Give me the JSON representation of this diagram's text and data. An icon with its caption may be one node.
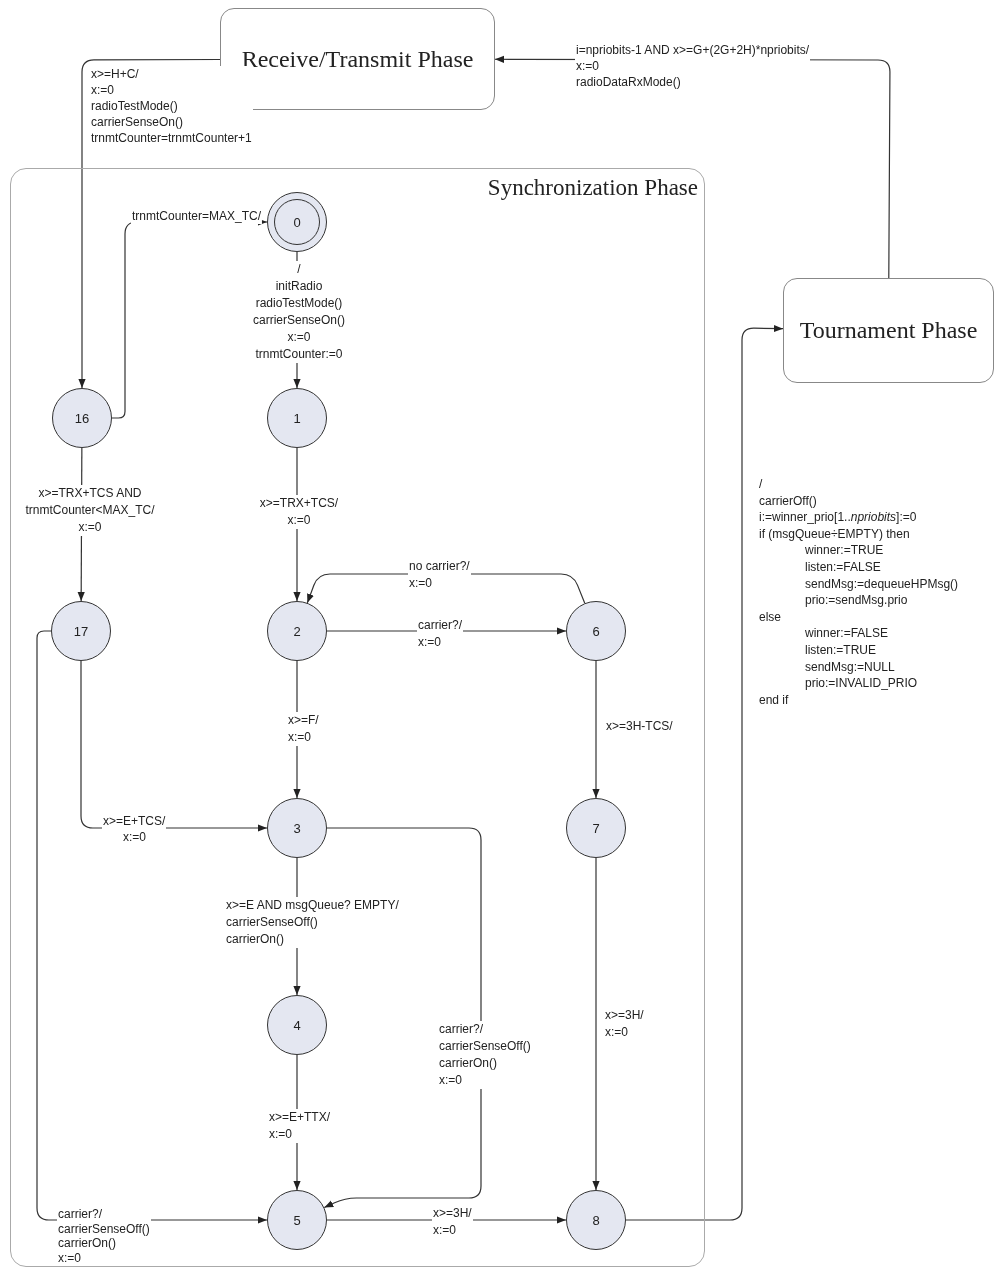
{
  "diagram": {
    "nodes": [
      {
        "text": [
          "Receive/Transmit Phase"
        ]
      },
      {
        "text": [
          "Synchronization Phase"
        ]
      },
      {
        "text": [
          "0"
        ],
        "in": 1
      },
      {
        "text": [
          "16"
        ],
        "in": 1
      },
      {
        "text": [
          "1"
        ],
        "in": 1
      },
      {
        "text": [
          "17"
        ],
        "in": 1
      },
      {
        "text": [
          "2"
        ],
        "in": 1
      },
      {
        "text": [
          "6"
        ],
        "in": 1
      },
      {
        "text": [
          "3"
        ],
        "in": 1
      },
      {
        "text": [
          "7"
        ],
        "in": 1
      },
      {
        "text": [
          "4"
        ],
        "in": 1
      },
      {
        "text": [
          "5"
        ],
        "in": 1
      },
      {
        "text": [
          "8"
        ],
        "in": 1
      },
      {
        "text": [
          "Tournament Phase"
        ]
      }
    ],
    "edges": [
      {
        "from": 13,
        "to": 0,
        "arrow": "to",
        "label": "i=npriobits-1 AND x>=G+(2G+2H)*npriobits/ x:=0 radioDataRxMode()"
      },
      {
        "from": 0,
        "to": 3,
        "arrow": "to",
        "label": "x>=H+C/ x:=0 radioTestMode() carrierSenseOn() trnmtCounter=trnmtCounter+1"
      },
      {
        "from": 3,
        "to": 2,
        "arrow": "to",
        "label": "trnmtCounter=MAX_TC/"
      },
      {
        "from": 2,
        "to": 4,
        "arrow": "to",
        "label": "/ initRadio radioTestMode() carrierSenseOn() x:=0 trnmtCounter:=0"
      },
      {
        "from": 3,
        "to": 5,
        "arrow": "to",
        "label": "x>=TRX+TCS AND trnmtCounter<MAX_TC/ x:=0"
      },
      {
        "from": 4,
        "to": 6,
        "arrow": "to",
        "label": "x>=TRX+TCS/ x:=0"
      },
      {
        "from": 6,
        "to": 7,
        "arrow": "to",
        "label": "carrier?/ x:=0"
      },
      {
        "from": 7,
        "to": 6,
        "arrow": "to",
        "label": "no carrier?/ x:=0"
      },
      {
        "from": 6,
        "to": 8,
        "arrow": "to",
        "label": "x>=F/ x:=0"
      },
      {
        "from": 7,
        "to": 9,
        "arrow": "to",
        "label": "x>=3H-TCS/"
      },
      {
        "from": 5,
        "to": 8,
        "arrow": "to",
        "label": "x>=E+TCS/ x:=0"
      },
      {
        "from": 8,
        "to": 10,
        "arrow": "to",
        "label": "x>=E AND msgQueue? EMPTY/ carrierSenseOff() carrierOn()"
      },
      {
        "from": 8,
        "to": 11,
        "arrow": "to",
        "label": "carrier?/ carrierSenseOff() carrierOn() x:=0"
      },
      {
        "from": 10,
        "to": 11,
        "arrow": "to",
        "label": "x>=E+TTX/ x:=0"
      },
      {
        "from": 5,
        "to": 11,
        "arrow": "to",
        "label": "carrier?/ carrierSenseOff() carrierOn() x:=0"
      },
      {
        "from": 9,
        "to": 12,
        "arrow": "to",
        "label": "x>=3H/ x:=0"
      },
      {
        "from": 11,
        "to": 12,
        "arrow": "to",
        "label": "x>=3H/ x:=0"
      },
      {
        "from": 12,
        "to": 13,
        "arrow": "to",
        "label": "/ carrierOff() i:=winner_prio[1..*npriobits*]:=0 if (msgQueue÷EMPTY) then winner:=TRUE listen:=FALSE sendMsg:=dequeueHPMsg() prio:=sendMsg.prio else winner:=FALSE listen:=TRUE sendMsg:=NULL prio:=INVALID_PRIO end if"
      }
    ]
  }
}
